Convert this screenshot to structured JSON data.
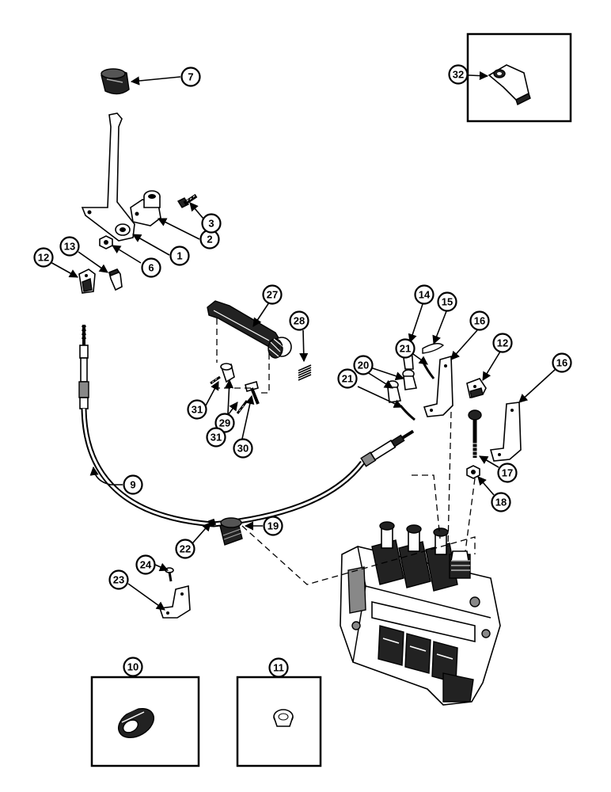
{
  "callouts": [
    "1",
    "2",
    "3",
    "6",
    "7",
    "9",
    "10",
    "11",
    "12",
    "13",
    "14",
    "15",
    "16",
    "17",
    "18",
    "19",
    "20",
    "21",
    "22",
    "23",
    "24",
    "27",
    "28",
    "29",
    "30",
    "31",
    "32"
  ],
  "insets": [
    "10",
    "11",
    "32"
  ]
}
